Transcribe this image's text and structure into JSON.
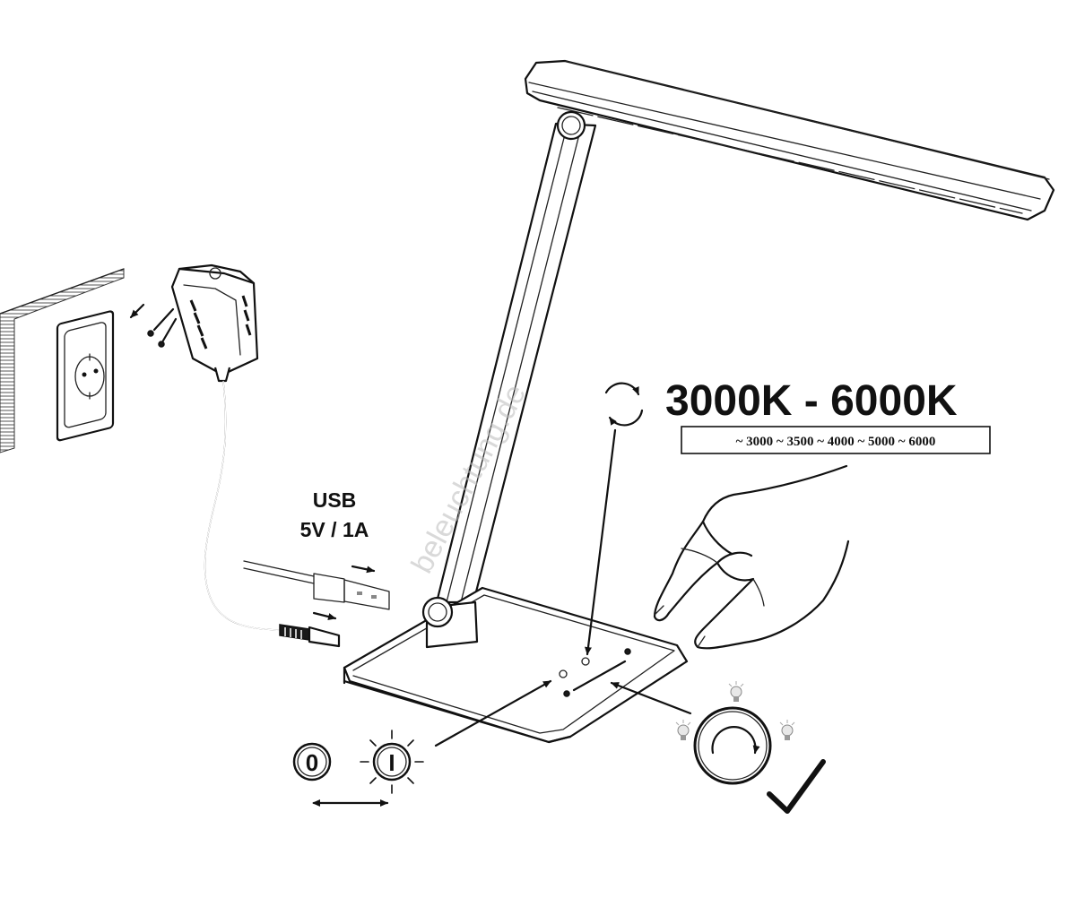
{
  "watermark": "beleuchtung.de",
  "usb_label": "USB",
  "power_rating": "5V / 1A",
  "color_temperature_range": "3000K - 6000K",
  "color_temperature_steps": "~ 3000 ~ 3500 ~ 4000 ~ 5000 ~ 6000",
  "switch_off_symbol": "0",
  "switch_on_symbol": "I"
}
